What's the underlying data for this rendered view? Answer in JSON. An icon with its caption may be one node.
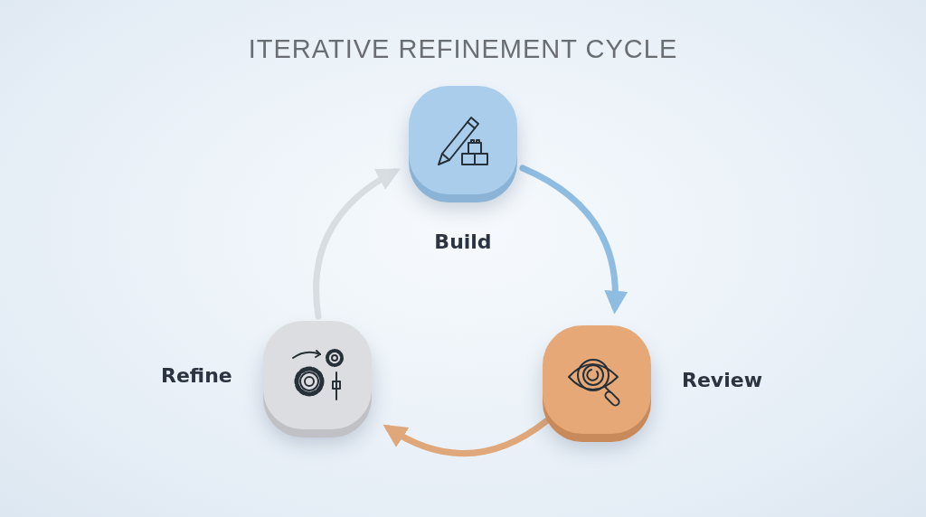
{
  "diagram": {
    "title": "ITERATIVE REFINEMENT CYCLE",
    "nodes": [
      {
        "text": [
          "Build"
        ]
      },
      {
        "text": [
          "Review"
        ]
      },
      {
        "text": [
          "Refine"
        ]
      }
    ],
    "edges": [
      {
        "from": 0,
        "to": 1,
        "arrow": "to",
        "color": "#8fbde2"
      },
      {
        "from": 1,
        "to": 2,
        "arrow": "to",
        "color": "#e0a77a"
      },
      {
        "from": 2,
        "to": 0,
        "arrow": "to",
        "color": "#d8dde2"
      }
    ]
  }
}
